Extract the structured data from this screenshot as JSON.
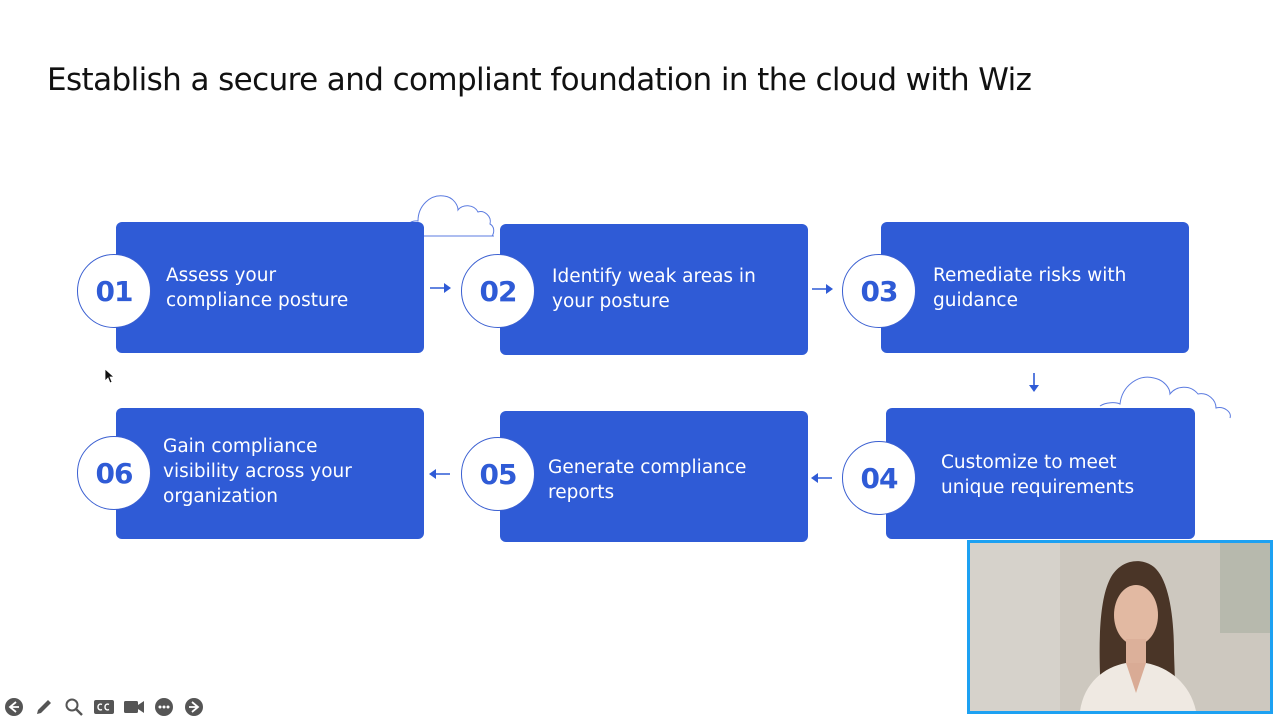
{
  "slide": {
    "title": "Establish a secure and compliant foundation in the cloud with Wiz",
    "steps": [
      {
        "number": "01",
        "label_line1": "Assess your",
        "label_line2": "compliance posture",
        "label_line3": ""
      },
      {
        "number": "02",
        "label_line1": "Identify weak areas in",
        "label_line2": "your posture",
        "label_line3": ""
      },
      {
        "number": "03",
        "label_line1": "Remediate risks with",
        "label_line2": "guidance",
        "label_line3": ""
      },
      {
        "number": "04",
        "label_line1": "Customize to meet",
        "label_line2": "unique requirements",
        "label_line3": ""
      },
      {
        "number": "05",
        "label_line1": "Generate compliance",
        "label_line2": "reports",
        "label_line3": ""
      },
      {
        "number": "06",
        "label_line1": "Gain compliance",
        "label_line2": "visibility across your",
        "label_line3": "organization"
      }
    ],
    "accent_color": "#2f5bd6"
  },
  "video": {
    "border_color": "#1da1f2"
  },
  "toolbar": {
    "items": [
      "back-icon",
      "pen-icon",
      "search-icon",
      "captions-icon",
      "camera-icon",
      "more-icon",
      "forward-icon"
    ]
  }
}
